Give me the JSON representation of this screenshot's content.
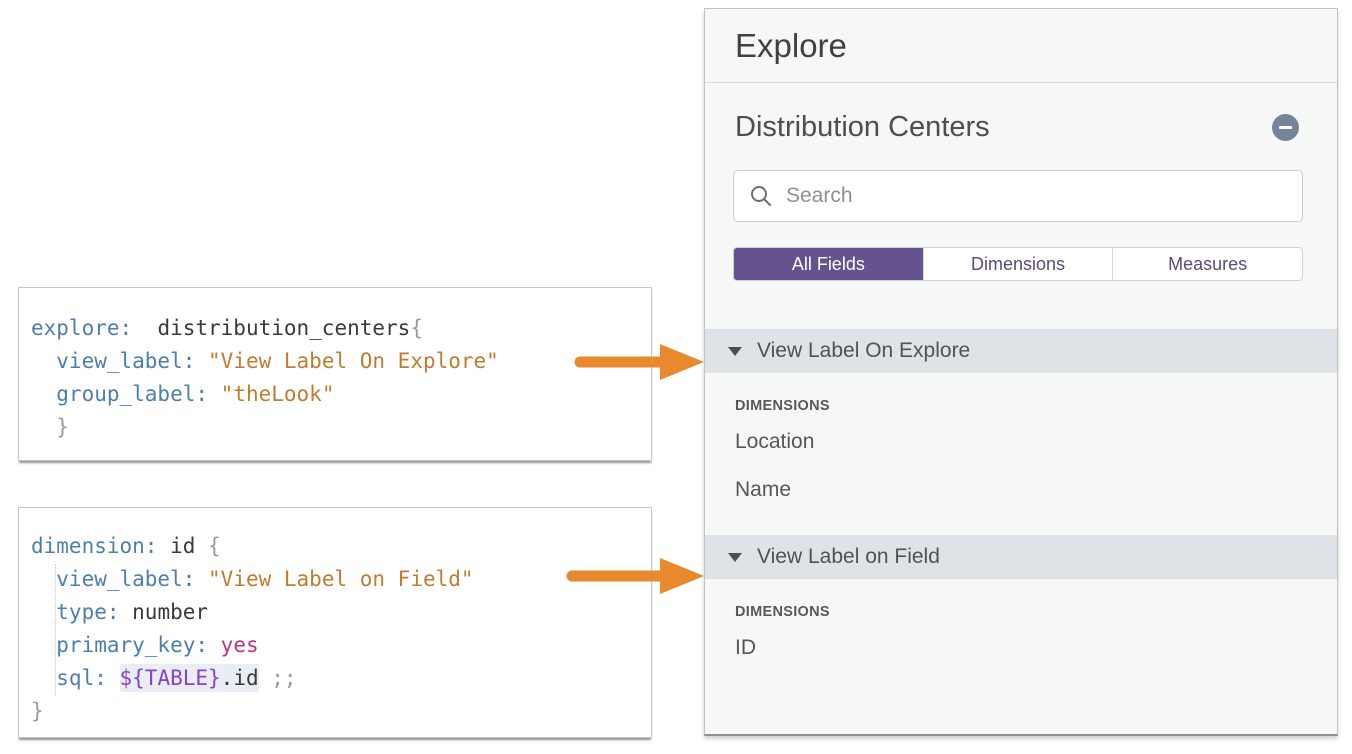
{
  "panel": {
    "title": "Explore",
    "view_name": "Distribution Centers",
    "search_placeholder": "Search",
    "tabs": [
      {
        "label": "All Fields",
        "active": true
      },
      {
        "label": "Dimensions",
        "active": false
      },
      {
        "label": "Measures",
        "active": false
      }
    ],
    "sections": [
      {
        "label": "View Label On Explore",
        "group_heading": "DIMENSIONS",
        "fields": [
          "Location",
          "Name"
        ]
      },
      {
        "label": "View Label on Field",
        "group_heading": "DIMENSIONS",
        "fields": [
          "ID"
        ]
      }
    ]
  },
  "code_snippets": [
    {
      "name": "explore-snippet",
      "lines": [
        [
          {
            "t": "explore:",
            "c": "kw"
          },
          {
            "t": "  distribution_centers",
            "c": "plain"
          },
          {
            "t": "{",
            "c": "brace"
          }
        ],
        [
          {
            "t": "  view_label:",
            "c": "kw"
          },
          {
            "t": " ",
            "c": "plain"
          },
          {
            "t": "\"View Label On Explore\"",
            "c": "str"
          }
        ],
        [
          {
            "t": "  group_label:",
            "c": "kw"
          },
          {
            "t": " ",
            "c": "plain"
          },
          {
            "t": "\"theLook\"",
            "c": "str"
          }
        ],
        [
          {
            "t": "  }",
            "c": "brace"
          }
        ]
      ]
    },
    {
      "name": "dimension-snippet",
      "lines": [
        [
          {
            "t": "dimension:",
            "c": "kw"
          },
          {
            "t": " id ",
            "c": "plain"
          },
          {
            "t": "{",
            "c": "brace"
          }
        ],
        [
          {
            "t": "  view_label:",
            "c": "kw"
          },
          {
            "t": " ",
            "c": "plain"
          },
          {
            "t": "\"View Label on Field\"",
            "c": "str"
          }
        ],
        [
          {
            "t": "  type:",
            "c": "kw"
          },
          {
            "t": " number",
            "c": "plain"
          }
        ],
        [
          {
            "t": "  primary_key:",
            "c": "kw"
          },
          {
            "t": " ",
            "c": "plain"
          },
          {
            "t": "yes",
            "c": "val"
          }
        ],
        [
          {
            "t": "  sql:",
            "c": "kw"
          },
          {
            "t": " ",
            "c": "plain"
          },
          {
            "t": "${TABLE}",
            "c": "var hl"
          },
          {
            "t": ".id",
            "c": "plain hl"
          },
          {
            "t": " ",
            "c": "plain"
          },
          {
            "t": ";;",
            "c": "brace"
          }
        ],
        [
          {
            "t": "}",
            "c": "brace"
          }
        ]
      ]
    }
  ],
  "colors": {
    "accent_purple": "#64538d",
    "arrow_orange": "#e8892e",
    "code_keyword_blue": "#4d7fae",
    "code_string_orange": "#c17c2f",
    "code_value_magenta": "#c2307e",
    "code_variable_purple": "#8a41c8",
    "section_header_gray": "#dfe2e6",
    "minus_icon_gray_blue": "#76849b"
  }
}
